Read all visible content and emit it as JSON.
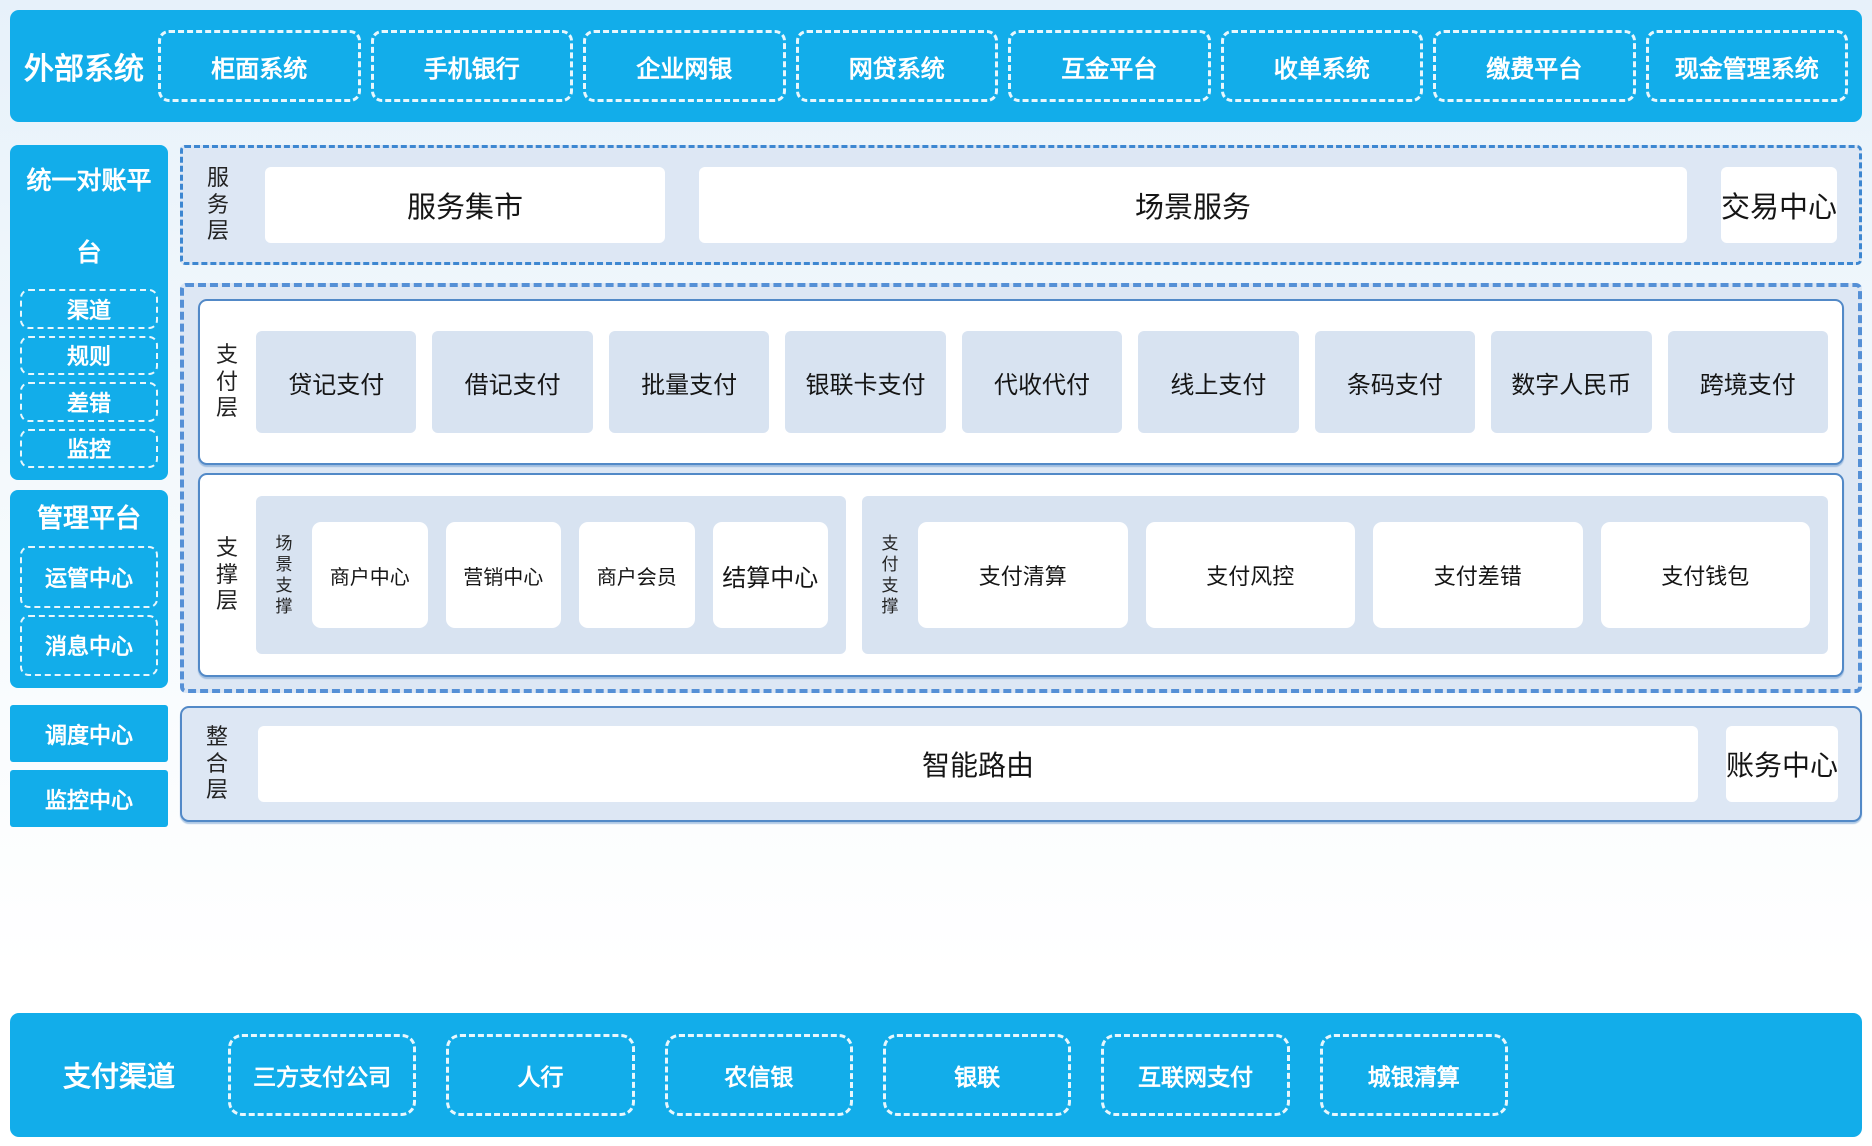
{
  "colors": {
    "primary_blue": "#12ADEA",
    "panel_bg": "#dde7f4",
    "item_bg": "#d8e3f1",
    "solid_border_blue": "#5289c7",
    "dashed_border_blue": "#5590d6",
    "dashdot_border_blue": "#3d87d1",
    "text_dark": "#151515",
    "text_white": "#ffffff"
  },
  "top_bar": {
    "title": "外部系统",
    "items": [
      "柜面系统",
      "手机银行",
      "企业网银",
      "网贷系统",
      "互金平台",
      "收单系统",
      "缴费平台",
      "现金管理系统"
    ]
  },
  "sidebar": {
    "reconciliation": {
      "title": "统一对账平台",
      "items": [
        "渠道",
        "规则",
        "差错",
        "监控"
      ]
    },
    "management": {
      "title": "管理平台",
      "items": [
        "运管中心",
        "消息中心"
      ]
    },
    "standalone": [
      "调度中心",
      "监控中心"
    ]
  },
  "layers": {
    "service": {
      "label": "服务层",
      "items": [
        "服务集市",
        "场景服务",
        "交易中心"
      ]
    },
    "payment": {
      "label": "支付层",
      "items": [
        "贷记支付",
        "借记支付",
        "批量支付",
        "银联卡支付",
        "代收代付",
        "线上支付",
        "条码支付",
        "数字人民币",
        "跨境支付"
      ]
    },
    "support": {
      "label": "支撑层",
      "groups": [
        {
          "label": "场景支撑",
          "items": [
            "商户中心",
            "营销中心",
            "商户会员",
            "结算中心"
          ]
        },
        {
          "label": "支付支撑",
          "items": [
            "支付清算",
            "支付风控",
            "支付差错",
            "支付钱包"
          ]
        }
      ]
    },
    "integration": {
      "label": "整合层",
      "items": [
        "智能路由",
        "账务中心"
      ]
    }
  },
  "bottom_bar": {
    "title": "支付渠道",
    "items": [
      "三方支付公司",
      "人行",
      "农信银",
      "银联",
      "互联网支付",
      "城银清算"
    ]
  }
}
